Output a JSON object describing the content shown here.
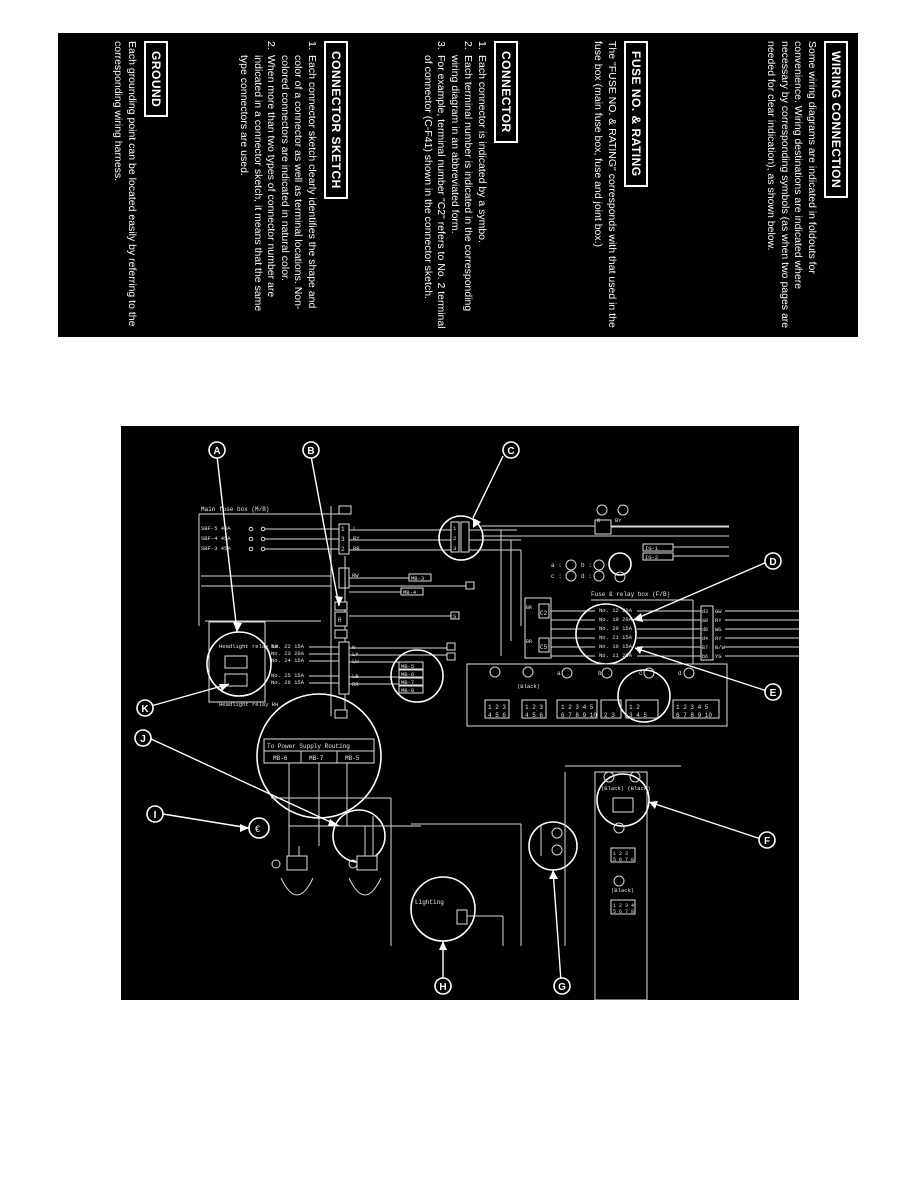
{
  "wiring_connection": {
    "heading": "WIRING CONNECTION",
    "text": "Some wiring diagrams are indicated in foldouts for convenience. Wiring destinations are indicated where necessary by corresponding symbols (as when two pages are needed for clear indication), as shown below."
  },
  "fuse_rating": {
    "heading": "FUSE NO. & RATING",
    "text": "The \"FUSE NO. & RATING\" corresponds with that used in the fuse box (main fuse box, fuse and joint box.)"
  },
  "connector": {
    "heading": "CONNECTOR",
    "items": [
      {
        "num": "1.",
        "text": "Each connector is indicated by a symbo."
      },
      {
        "num": "2.",
        "text": "Each terminal number is indicated in the corresponding wiring diagram in an abbreviated form."
      },
      {
        "num": "3.",
        "text": "For example, terminal number \"C2\" refers to No. 2 terminal of connector (C-F41) shown in the connector sketch."
      }
    ]
  },
  "connector_sketch": {
    "heading": "CONNECTOR SKETCH",
    "items": [
      {
        "num": "1.",
        "text": "Each connector sketch clearly identifies the shape and color of a connector as well as terminal locations. Non-colored connectors are indicated in natural color."
      },
      {
        "num": "2.",
        "text": "When more than two types of connector number are indicated in a connector sketch, it means that the same type connectors are used."
      }
    ]
  },
  "ground": {
    "heading": "GROUND",
    "text": "Each grounding point can be located easily by referring to the corresponding wiring harness."
  },
  "diagram": {
    "callouts": [
      "A",
      "B",
      "C",
      "D",
      "E",
      "F",
      "G",
      "H",
      "I",
      "J",
      "K"
    ],
    "main_fuse_box": "Main fuse box (M/B)",
    "sbf_labels": [
      "SBF-5 40A",
      "SBF-4 45A",
      "SBF-3 45A"
    ],
    "fuse_relay_box": "Fuse & relay box (F/B)",
    "fuses_right": [
      "No. 12 20A",
      "No. 19 20A",
      "No. 20 15A",
      "No. 21 15A",
      "No. 10 15A",
      "No. 11 20A"
    ],
    "fuses_left": [
      "No. 22 15A",
      "No. 23 20A",
      "No. 24 15A",
      "No. 25 15A",
      "No. 26 15A"
    ],
    "relay_lh": "Headlight relay LH",
    "relay_rh": "Headlight relay RH",
    "power_supply_title": "To Power Supply Routing",
    "power_supply_cells": [
      "MB-6",
      "MB-7",
      "MB-5"
    ],
    "mb_tags": [
      "MB-3",
      "MB-4"
    ],
    "right_mb_tags": [
      "MB-5",
      "MB-6",
      "MB-7",
      "MB-8"
    ],
    "ig_tags": [
      "IG-1",
      "IG-2"
    ],
    "wire_colors_top": [
      "L",
      "RY",
      "BR"
    ],
    "wire_colors_right": [
      "GW",
      "RY",
      "WG",
      "RY",
      "B/W",
      "YG"
    ],
    "wire_colors_mid": [
      "W",
      "LY",
      "LW",
      "LB",
      "RR"
    ],
    "black_label": "(Black)",
    "black_pair": "(Black) (Black)",
    "lighting_label": "Lighting",
    "connector_letters": [
      "a",
      "b",
      "c",
      "d"
    ],
    "letter_s": "S"
  }
}
